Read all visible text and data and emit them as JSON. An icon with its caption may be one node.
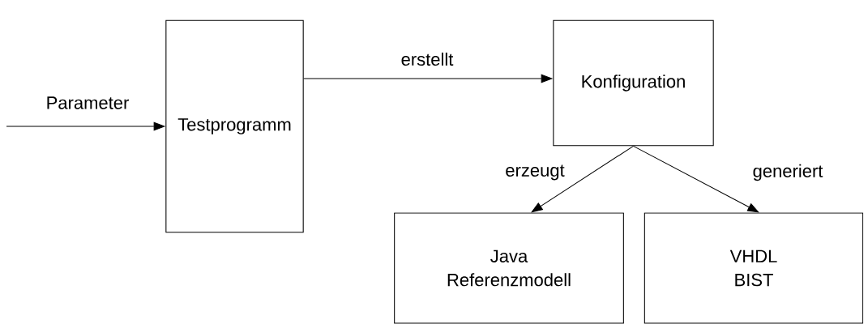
{
  "diagram": {
    "nodes": [
      {
        "text": [
          "Testprogramm"
        ]
      },
      {
        "text": [
          "Konfiguration"
        ]
      },
      {
        "text": [
          "Java Referenzmodell"
        ]
      },
      {
        "text": [
          "VHDL BIST"
        ]
      }
    ],
    "edges": [
      {
        "from": null,
        "to": 0,
        "arrow": "to",
        "label": "Parameter"
      },
      {
        "from": 0,
        "to": 1,
        "arrow": "to",
        "label": "erstellt"
      },
      {
        "from": 1,
        "to": 2,
        "arrow": "to",
        "label": "erzeugt"
      },
      {
        "from": 1,
        "to": 3,
        "arrow": "to",
        "label": "generiert"
      }
    ]
  }
}
